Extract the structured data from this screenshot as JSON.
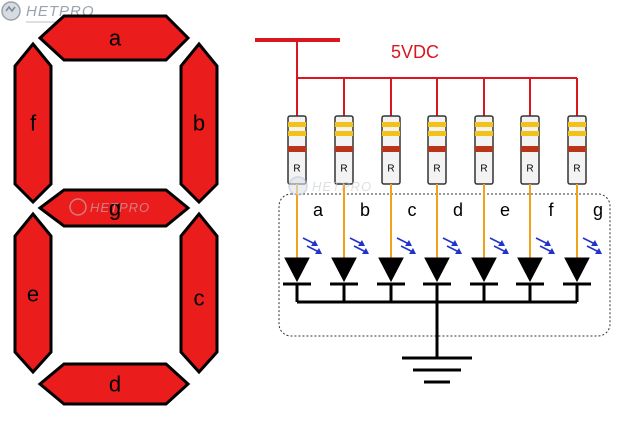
{
  "brand": {
    "logo_text": "HETPRO"
  },
  "display": {
    "segments": [
      {
        "id": "a",
        "label": "a"
      },
      {
        "id": "b",
        "label": "b"
      },
      {
        "id": "c",
        "label": "c"
      },
      {
        "id": "d",
        "label": "d"
      },
      {
        "id": "e",
        "label": "e"
      },
      {
        "id": "f",
        "label": "f"
      },
      {
        "id": "g",
        "label": "g"
      }
    ]
  },
  "circuit": {
    "supply_label": "5VDC",
    "resistor_label": "R",
    "led_labels": [
      "a",
      "b",
      "c",
      "d",
      "e",
      "f",
      "g"
    ]
  },
  "colors": {
    "segment_fill": "#ea1c1c",
    "supply_wire": "#d8171e",
    "resistor_lead": "#f2a21a",
    "light_arrows": "#2233cc"
  },
  "icons": [
    "hetpro-logo-icon",
    "ground-icon",
    "led-diode-icon",
    "light-emission-arrows-icon"
  ]
}
